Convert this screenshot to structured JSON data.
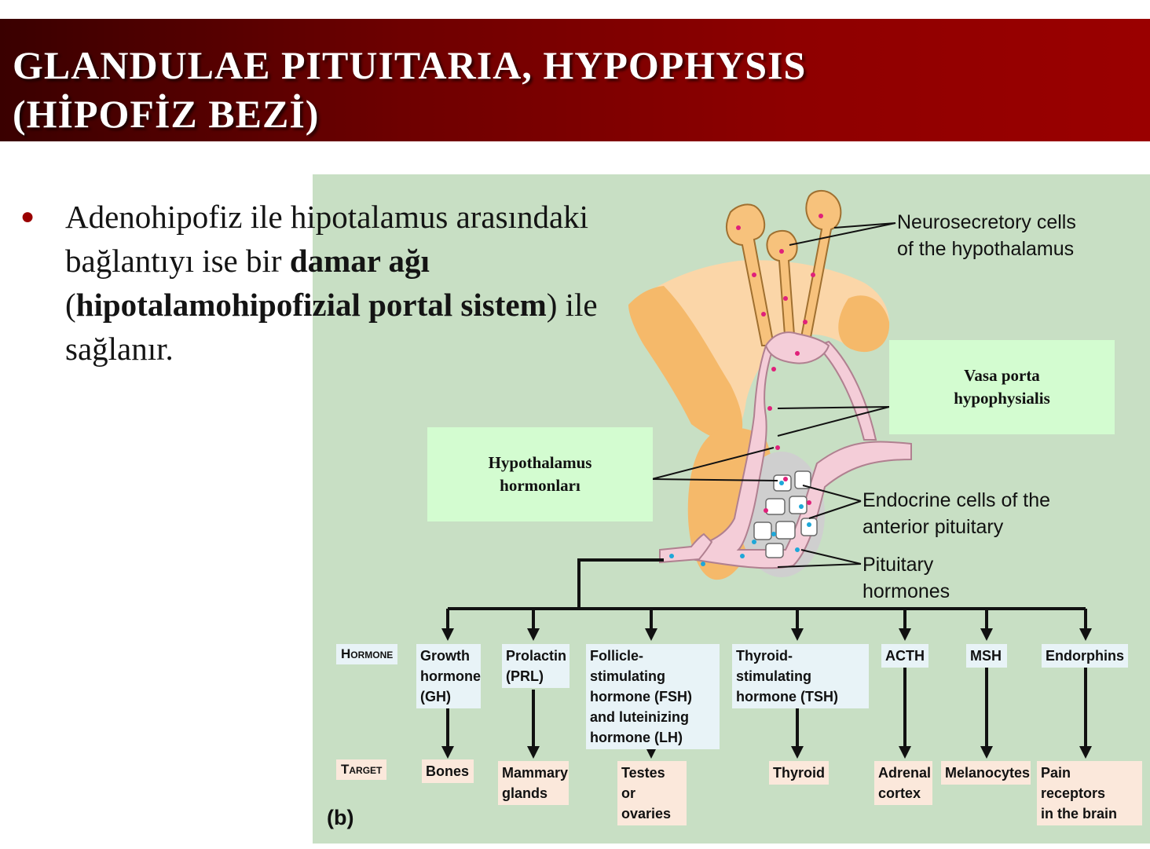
{
  "title": {
    "line1": "GLANDULAE PITUITARIA, HYPOPHYSIS",
    "line2": "(HİPOFİZ BEZİ)"
  },
  "bullet": {
    "text1": "Adenohipofiz ile hipotalamus arasındaki bağlantıyı ise bir ",
    "bold1": "damar ağı",
    "text2": " (",
    "bold2": "hipotalamohipofizial portal sistem",
    "text3": ") ile sağlanır."
  },
  "labels": {
    "neurosecretory_1": "Neurosecretory cells",
    "neurosecretory_2": "of the hypothalamus",
    "endocrine_1": "Endocrine cells of the",
    "endocrine_2": "anterior pituitary",
    "pituitary_1": "Pituitary",
    "pituitary_2": "hormones",
    "panel": "(b)"
  },
  "callouts": {
    "vasa_1": "Vasa porta",
    "vasa_2": "hypophysialis",
    "hypo_1": "Hypothalamus",
    "hypo_2": "hormonları"
  },
  "row_labels": {
    "hormone": "Hormone",
    "target": "Target"
  },
  "hormones": [
    {
      "name": "Growth hormone (GH)",
      "lines": [
        "Growth",
        "hormone",
        "(GH)"
      ],
      "target": [
        "Bones"
      ]
    },
    {
      "name": "Prolactin (PRL)",
      "lines": [
        "Prolactin",
        "(PRL)"
      ],
      "target": [
        "Mammary",
        "glands"
      ]
    },
    {
      "name": "FSH and LH",
      "lines": [
        "Follicle-stimulating",
        "hormone (FSH)",
        "and luteinizing",
        "hormone (LH)"
      ],
      "target": [
        "Testes or",
        "ovaries"
      ]
    },
    {
      "name": "TSH",
      "lines": [
        "Thyroid-stimulating",
        "hormone (TSH)"
      ],
      "target": [
        "Thyroid"
      ]
    },
    {
      "name": "ACTH",
      "lines": [
        "ACTH"
      ],
      "target": [
        "Adrenal",
        "cortex"
      ]
    },
    {
      "name": "MSH",
      "lines": [
        "MSH"
      ],
      "target": [
        "Melanocytes"
      ]
    },
    {
      "name": "Endorphins",
      "lines": [
        "Endorphins"
      ],
      "target": [
        "Pain receptors",
        "in the brain"
      ]
    }
  ],
  "colors": {
    "title_bar": "#8f0000",
    "diagram_bg": "#c8dfc4",
    "callout_bg": "#d3fcd0",
    "hypothalamus": "#f5b96a",
    "vessels": "#f4cdd8",
    "hormone_box": "#e8f3f7",
    "target_box": "#fbe8db"
  }
}
